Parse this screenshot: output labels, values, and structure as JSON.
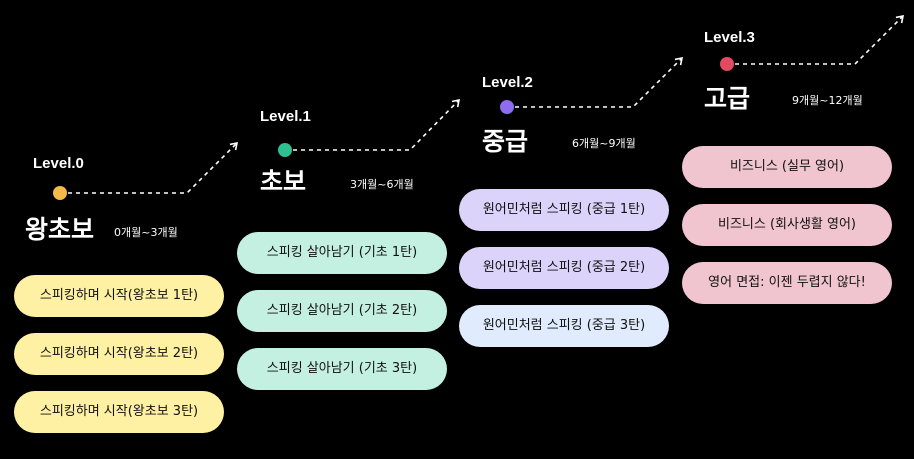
{
  "levels": [
    {
      "label": "Level.0",
      "name": "왕초보",
      "duration": "0개월~3개월",
      "dot_color": "#f5b94a",
      "pill_color": "#fff1a3",
      "courses": [
        "스피킹하며 시작(왕초보 1탄)",
        "스피킹하며 시작(왕초보 2탄)",
        "스피킹하며 시작(왕초보 3탄)"
      ]
    },
    {
      "label": "Level.1",
      "name": "초보",
      "duration": "3개월~6개월",
      "dot_color": "#2fbf91",
      "pill_color": "#c3f0e1",
      "courses": [
        "스피킹 살아남기 (기초 1탄)",
        "스피킹 살아남기 (기초 2탄)",
        "스피킹 살아남기 (기초 3탄)"
      ]
    },
    {
      "label": "Level.2",
      "name": "중급",
      "duration": "6개월~9개월",
      "dot_color": "#8e6cf0",
      "pill_colors": [
        "#dcd3fb",
        "#dcd3fb",
        "#e0ecfd"
      ],
      "courses": [
        "원어민처럼 스피킹 (중급 1탄)",
        "원어민처럼 스피킹 (중급 2탄)",
        "원어민처럼 스피킹 (중급 3탄)"
      ]
    },
    {
      "label": "Level.3",
      "name": "고급",
      "duration": "9개월~12개월",
      "dot_color": "#e24a63",
      "pill_color": "#f0c5cf",
      "courses": [
        "비즈니스 (실무 영어)",
        "비즈니스 (회사생활 영어)",
        "영어 면접: 이젠 두렵지 않다!"
      ]
    }
  ]
}
